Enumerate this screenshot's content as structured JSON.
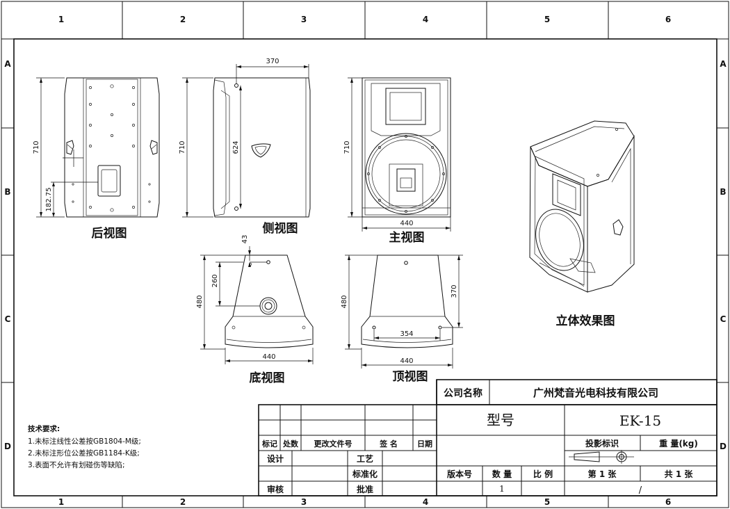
{
  "frame": {
    "columns": [
      "1",
      "2",
      "3",
      "4",
      "5",
      "6"
    ],
    "rows": [
      "A",
      "B",
      "C",
      "D"
    ]
  },
  "views": {
    "rear": {
      "label": "后视图",
      "dims": [
        "710",
        "182.75"
      ]
    },
    "side": {
      "label": "侧视图",
      "dims": [
        "370",
        "710",
        "624"
      ]
    },
    "front": {
      "label": "主视图",
      "dims": [
        "710",
        "440"
      ]
    },
    "bottom": {
      "label": "底视图",
      "dims": [
        "43",
        "260",
        "480",
        "440"
      ]
    },
    "top": {
      "label": "顶视图",
      "dims": [
        "480",
        "370",
        "354",
        "440"
      ]
    },
    "iso": {
      "label": "立体效果图"
    }
  },
  "notes": {
    "heading": "技术要求:",
    "items": [
      "1.未标注线性公差按GB1804-M级;",
      "2.未标注形位公差按GB1184-K级;",
      "3.表面不允许有划碰伤等缺陷;"
    ]
  },
  "title_block": {
    "company_label": "公司名称",
    "company_name": "广州梵音光电科技有限公司",
    "model_label": "型号",
    "model_value": "EK-15",
    "rev_headers": [
      "标记",
      "处数",
      "更改文件号",
      "签 名",
      "日期"
    ],
    "design": "设计",
    "process": "工艺",
    "standard": "标准化",
    "review": "审核",
    "approve": "批准",
    "projection_label": "投影标识",
    "weight_label": "重 量(kg)",
    "version_label": "版本号",
    "qty_label": "数 量",
    "scale_label": "比 例",
    "qty_value": "1",
    "sheet_no": "第 1 张",
    "sheet_total": "共 1 张",
    "slash": "/"
  }
}
